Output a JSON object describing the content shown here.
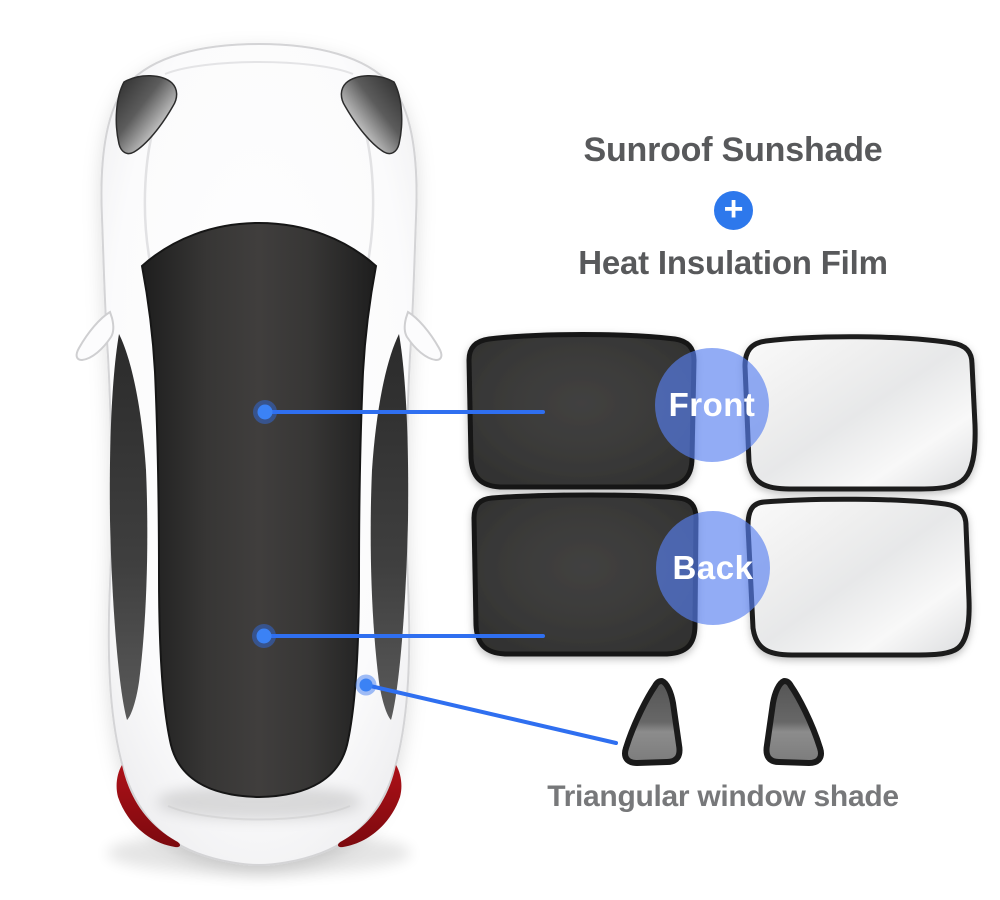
{
  "header": {
    "title_top": "Sunroof Sunshade",
    "plus_glyph": "+",
    "title_bottom": "Heat Insulation Film"
  },
  "badges": {
    "front": "Front",
    "back": "Back"
  },
  "caption": {
    "triangular_shade": "Triangular window shade"
  },
  "icons": {
    "plus": "plus-in-blue-circle"
  },
  "colors": {
    "accent_blue": "#2f6ff0",
    "dot_blue": "#3b82f5",
    "plus_blue": "#2d78ec",
    "badge_blue": "rgba(88,128,240,0.65)",
    "heading_text": "#58595b",
    "caption_text": "#77787a",
    "taillight_red": "#a30f15",
    "sunshade_dark": "#383837",
    "film_silver": "#eceded"
  }
}
